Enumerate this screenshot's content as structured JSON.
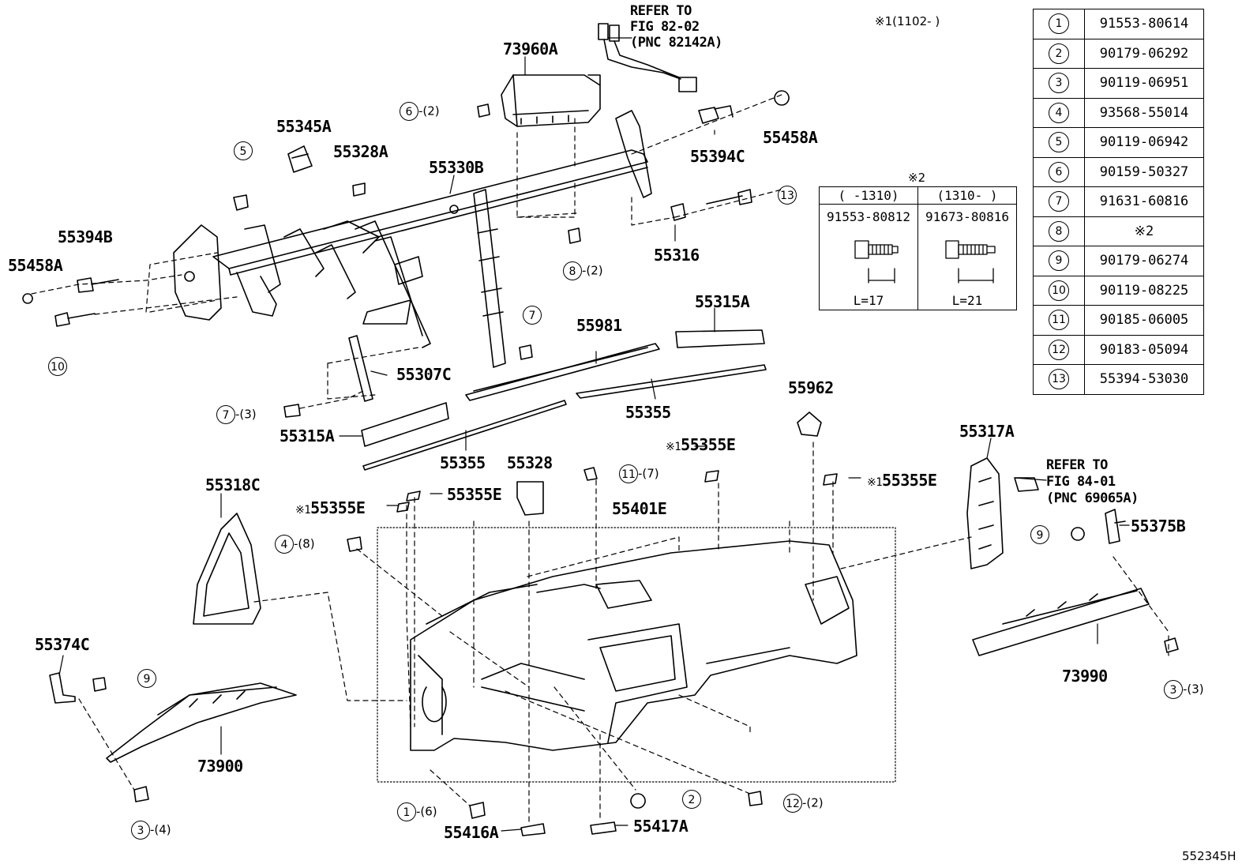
{
  "diagram_code": "552345H",
  "labels": {
    "p73960A": "73960A",
    "p55345A": "55345A",
    "p55328A": "55328A",
    "p55330B": "55330B",
    "p55394C": "55394C",
    "p55458A_r": "55458A",
    "p55394B": "55394B",
    "p55458A_l": "55458A",
    "p55316": "55316",
    "p55315A_r": "55315A",
    "p55981": "55981",
    "p55307C": "55307C",
    "p55355_r": "55355",
    "p55315A_l": "55315A",
    "p55355_l": "55355",
    "p55962": "55962",
    "p55355E_a": "55355E",
    "p55355E_b": "55355E",
    "p55355E_c": "55355E",
    "p55355E_d": "55355E",
    "p55328": "55328",
    "p55318C": "55318C",
    "p55401E": "55401E",
    "p55317A": "55317A",
    "p55375B": "55375B",
    "p55374C": "55374C",
    "p73900": "73900",
    "p73990": "73990",
    "p55416A": "55416A",
    "p55417A": "55417A"
  },
  "refer_notes": {
    "top": [
      "REFER TO",
      "FIG 82-02",
      "(PNC 82142A)"
    ],
    "right": [
      "REFER TO",
      "FIG 84-01",
      "(PNC 69065A)"
    ]
  },
  "note1": "※1(1102-     )",
  "note2_title": "※2",
  "note2_mark": "※1",
  "note2_table": {
    "headers": [
      "(    -1310)",
      "(1310-     )"
    ],
    "parts": [
      "91553-80812",
      "91673-80816"
    ],
    "lengths": [
      "L=17",
      "L=21"
    ]
  },
  "parts_table": [
    {
      "num": "1",
      "part": "91553-80614"
    },
    {
      "num": "2",
      "part": "90179-06292"
    },
    {
      "num": "3",
      "part": "90119-06951"
    },
    {
      "num": "4",
      "part": "93568-55014"
    },
    {
      "num": "5",
      "part": "90119-06942"
    },
    {
      "num": "6",
      "part": "90159-50327"
    },
    {
      "num": "7",
      "part": "91631-60816"
    },
    {
      "num": "8",
      "part": "※2"
    },
    {
      "num": "9",
      "part": "90179-06274"
    },
    {
      "num": "10",
      "part": "90119-08225"
    },
    {
      "num": "11",
      "part": "90185-06005"
    },
    {
      "num": "12",
      "part": "90183-05094"
    },
    {
      "num": "13",
      "part": "55394-53030"
    }
  ],
  "callouts": {
    "c6": {
      "num": "6",
      "qty": "-(2)"
    },
    "c5": {
      "num": "5",
      "qty": ""
    },
    "c13": {
      "num": "13",
      "qty": ""
    },
    "c8": {
      "num": "8",
      "qty": "-(2)"
    },
    "c7a": {
      "num": "7",
      "qty": ""
    },
    "c10": {
      "num": "10",
      "qty": ""
    },
    "c7b": {
      "num": "7",
      "qty": "-(3)"
    },
    "c11": {
      "num": "11",
      "qty": "-(7)"
    },
    "c4": {
      "num": "4",
      "qty": "-(8)"
    },
    "c9a": {
      "num": "9",
      "qty": ""
    },
    "c9b": {
      "num": "9",
      "qty": ""
    },
    "c3a": {
      "num": "3",
      "qty": "-(3)"
    },
    "c3b": {
      "num": "3",
      "qty": "-(4)"
    },
    "c1": {
      "num": "1",
      "qty": "-(6)"
    },
    "c2": {
      "num": "2",
      "qty": ""
    },
    "c12": {
      "num": "12",
      "qty": "-(2)"
    }
  }
}
